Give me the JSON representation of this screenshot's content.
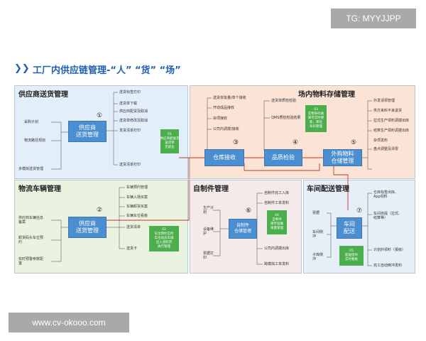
{
  "watermarks": {
    "top": "TG: MYYJJPP",
    "bottom": "www.cv-okooo.com"
  },
  "title": "工厂内供应链管理-“人” “货” “场”",
  "panels": {
    "supplier": {
      "title": "供应商送货管理",
      "num": "①",
      "process": "供应商\n送货管理",
      "inputs": [
        "采购计划",
        "物流路径规划",
        "多模拟送货管理"
      ],
      "outputs": [
        "送货标签打印",
        "送货单下载",
        "供应商配货及取消",
        "送货单修改及取消",
        "发货清单打印",
        "送货清单打印"
      ],
      "note": "01\n供应商配送货\n送货单\n无纸化"
    },
    "vehicle": {
      "title": "物流车辆管理",
      "num": "②",
      "process": "供应商\n送货管理",
      "inputs": [
        "供应商车辆信息\n备案",
        "卸货码头车位预\n约",
        "实时预警参数配\n置"
      ],
      "outputs": [
        "车辆预约管理",
        "车辆入场买案",
        "车辆卸货买案",
        "车辆车位看板",
        "送货清单",
        "送货卡"
      ],
      "note": "02\n车位预约实时\n车位动态车辆\n出入道卸货\n执行管理"
    },
    "warehouse": {
      "title": "场内物料存储管理",
      "receive": {
        "num": "③",
        "process": "仓库接收",
        "items": [
          "送货单批量/单个接收",
          "开动成品接收",
          "杂项接收",
          "公司内调拨/接收"
        ]
      },
      "inspect": {
        "num": "④",
        "process": "品质检验",
        "items": [
          "送货单质检检验",
          "QMS质检检验结果"
        ],
        "note": "03\n实物条码收\n库存实时更\n新，库位\n条码管理"
      },
      "store": {
        "num": "⑤",
        "process": "外购物料\n仓储管理",
        "items": [
          "外发请领管理",
          "供方来料不良退货",
          "拉式生产领料调拨出库",
          "结算生产领料调拨出库",
          "杂项发料",
          "盘点调整及清零"
        ]
      }
    },
    "selfmade": {
      "title": "自制件管理",
      "num": "⑥",
      "process": "自制件\n仓储管理",
      "inputs": [
        "生产计\n划",
        "设备维\n护",
        "票据打\n印"
      ],
      "outputs": [
        "自制件完工入库",
        "自制件工单发料",
        "公司内调拨出库",
        "跨模拟工单发料"
      ],
      "note": "04\n自制件\n库存准确\n质量管理"
    },
    "workshop": {
      "title": "车间配送管理",
      "num": "⑦",
      "process": "车间\n配送",
      "inputs": [
        "票据",
        "车间侧\n冲",
        "子库侧\n冲"
      ],
      "outputs": [
        "仓库标签出库、\nApp领料",
        "车间自提（拉式、\n结算等）",
        "计划外领料（报级）",
        "完工自动倒冲发料"
      ],
      "note": "05\n配送指导\n实时看板"
    }
  }
}
